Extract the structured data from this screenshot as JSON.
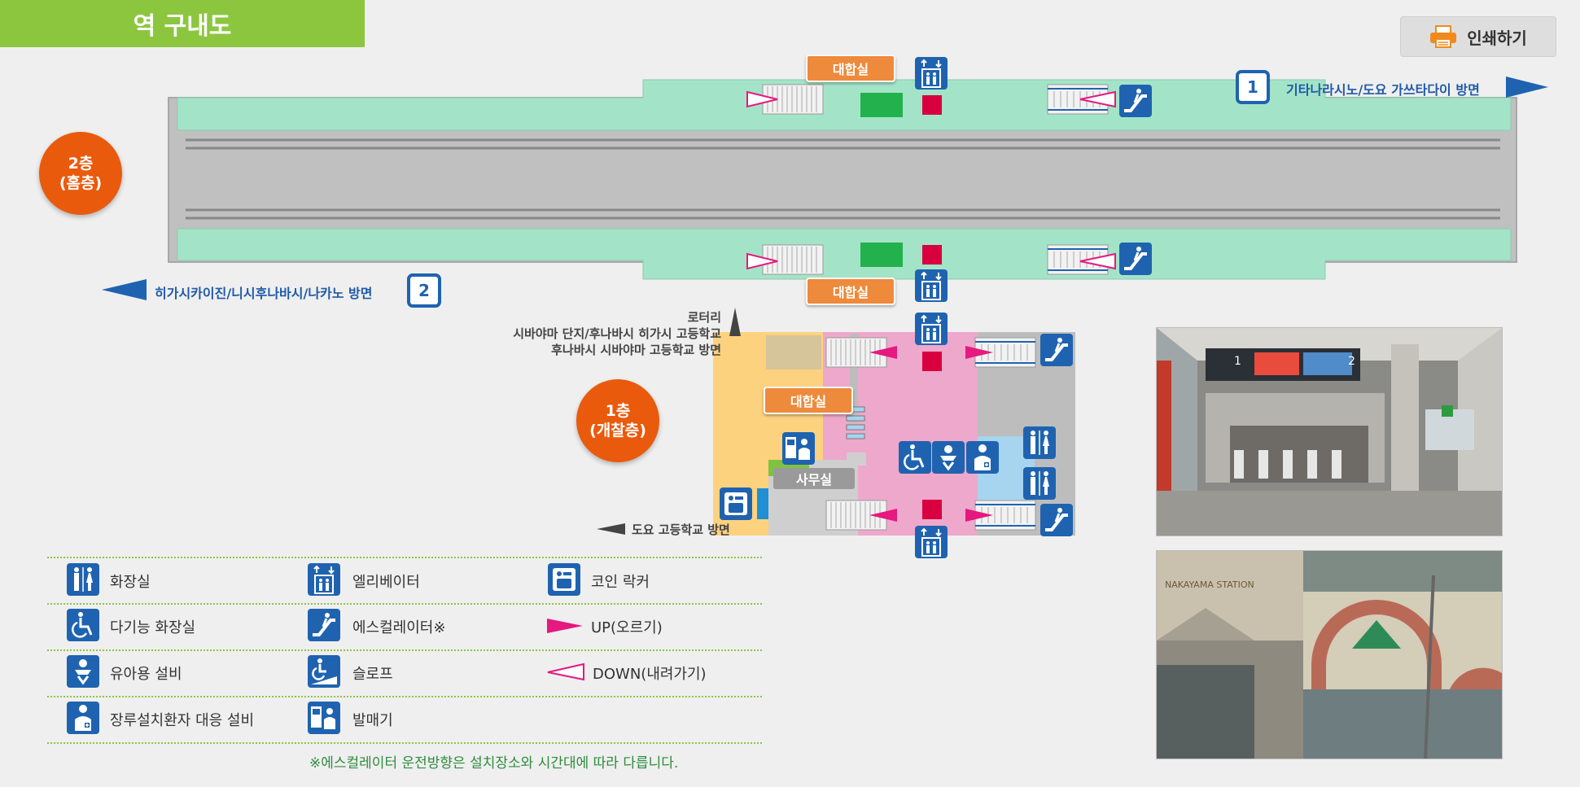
{
  "header": {
    "title": "역 구내도",
    "print_label": "인쇄하기"
  },
  "floors": {
    "platform": {
      "line1": "2층",
      "line2": "(홈층)"
    },
    "concourse": {
      "line1": "1층",
      "line2": "(개찰층)"
    }
  },
  "platform_labels": {
    "waiting_room": "대합실",
    "track1_number": "1",
    "track1_direction": "기타나라시노/도요 가쓰타다이 방면",
    "track2_number": "2",
    "track2_direction": "히가시카이진/니시후나바시/나카노 방면"
  },
  "concourse_labels": {
    "waiting_room": "대합실",
    "office": "사무실",
    "exit_north_line1": "로터리",
    "exit_north_line2": "시바야마 단지/후나바시 히가시 고등학교",
    "exit_north_line3": "후나바시 시바야마 고등학교 방면",
    "exit_south": "도요 고등학교 방면"
  },
  "legend": {
    "toilet": "화장실",
    "elevator": "엘리베이터",
    "coin_locker": "코인 락커",
    "multi_toilet": "다기능 화장실",
    "escalator": "에스컬레이터※",
    "up": "UP(오르기)",
    "baby": "유아용 설비",
    "slope": "슬로프",
    "down": "DOWN(내려가기)",
    "ostomy": "장루설치환자 대응 설비",
    "ticket_machine": "발매기",
    "note": "※에스컬레이터 운전방향은 설치장소와 시간대에 따라 다릅니다."
  },
  "photos": {
    "ticket_gate_board_left": "1",
    "ticket_gate_board_right": "2",
    "station_sign": "NAKAYAMA STATION"
  },
  "colors": {
    "title_green": "#8cc63f",
    "floor_orange": "#ea5a0c",
    "platform_green": "#a3e4c8",
    "icon_blue": "#1f63b0",
    "arrow_pink": "#e5197f",
    "waiting_orange": "#ee8a3c"
  }
}
